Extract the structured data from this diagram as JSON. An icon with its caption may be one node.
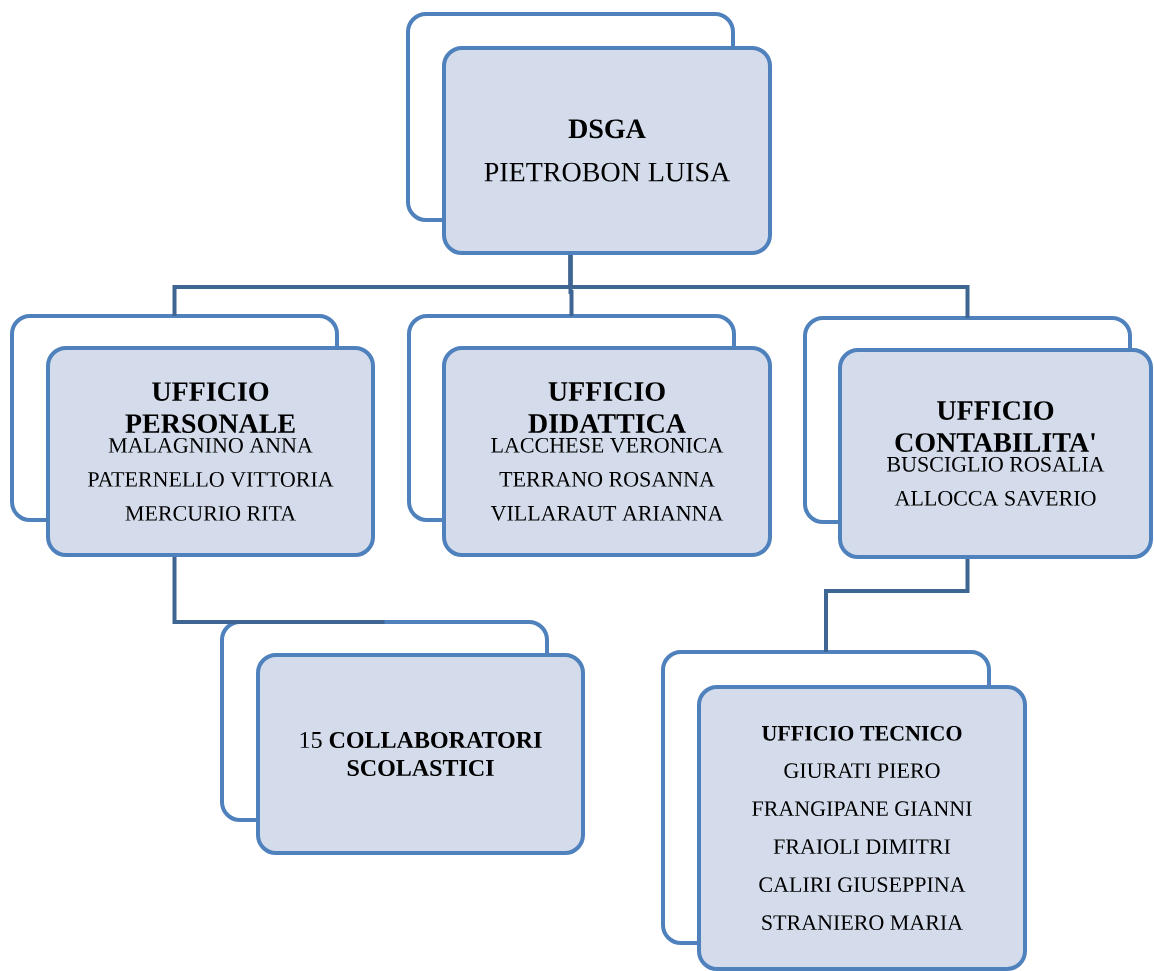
{
  "diagram": {
    "nodes": [
      {
        "text": [
          "DSGA",
          "PIETROBON LUISA"
        ]
      },
      {
        "text": [
          "UFFICIO PERSONALE",
          "MALAGNINO ANNA",
          "PATERNELLO VITTORIA",
          "MERCURIO RITA"
        ]
      },
      {
        "text": [
          "UFFICIO DIDATTICA",
          "LACCHESE VERONICA",
          "TERRANO ROSANNA",
          "VILLARAUT ARIANNA"
        ]
      },
      {
        "text": [
          "UFFICIO CONTABILITA'",
          "BUSCIGLIO ROSALIA",
          "ALLOCCA SAVERIO"
        ]
      },
      {
        "text": [
          "15 **COLLABORATORI SCOLASTICI**"
        ]
      },
      {
        "text": [
          "UFFICIO TECNICO",
          "GIURATI PIERO",
          "FRANGIPANE GIANNI",
          "FRAIOLI DIMITRI",
          "CALIRI GIUSEPPINA",
          "STRANIERO MARIA"
        ]
      }
    ],
    "edges": [
      {
        "from": 0,
        "to": 1,
        "arrow": "none"
      },
      {
        "from": 0,
        "to": 2,
        "arrow": "none"
      },
      {
        "from": 0,
        "to": 3,
        "arrow": "none"
      },
      {
        "from": 1,
        "to": 4,
        "arrow": "none"
      },
      {
        "from": 3,
        "to": 5,
        "arrow": "none"
      }
    ]
  }
}
